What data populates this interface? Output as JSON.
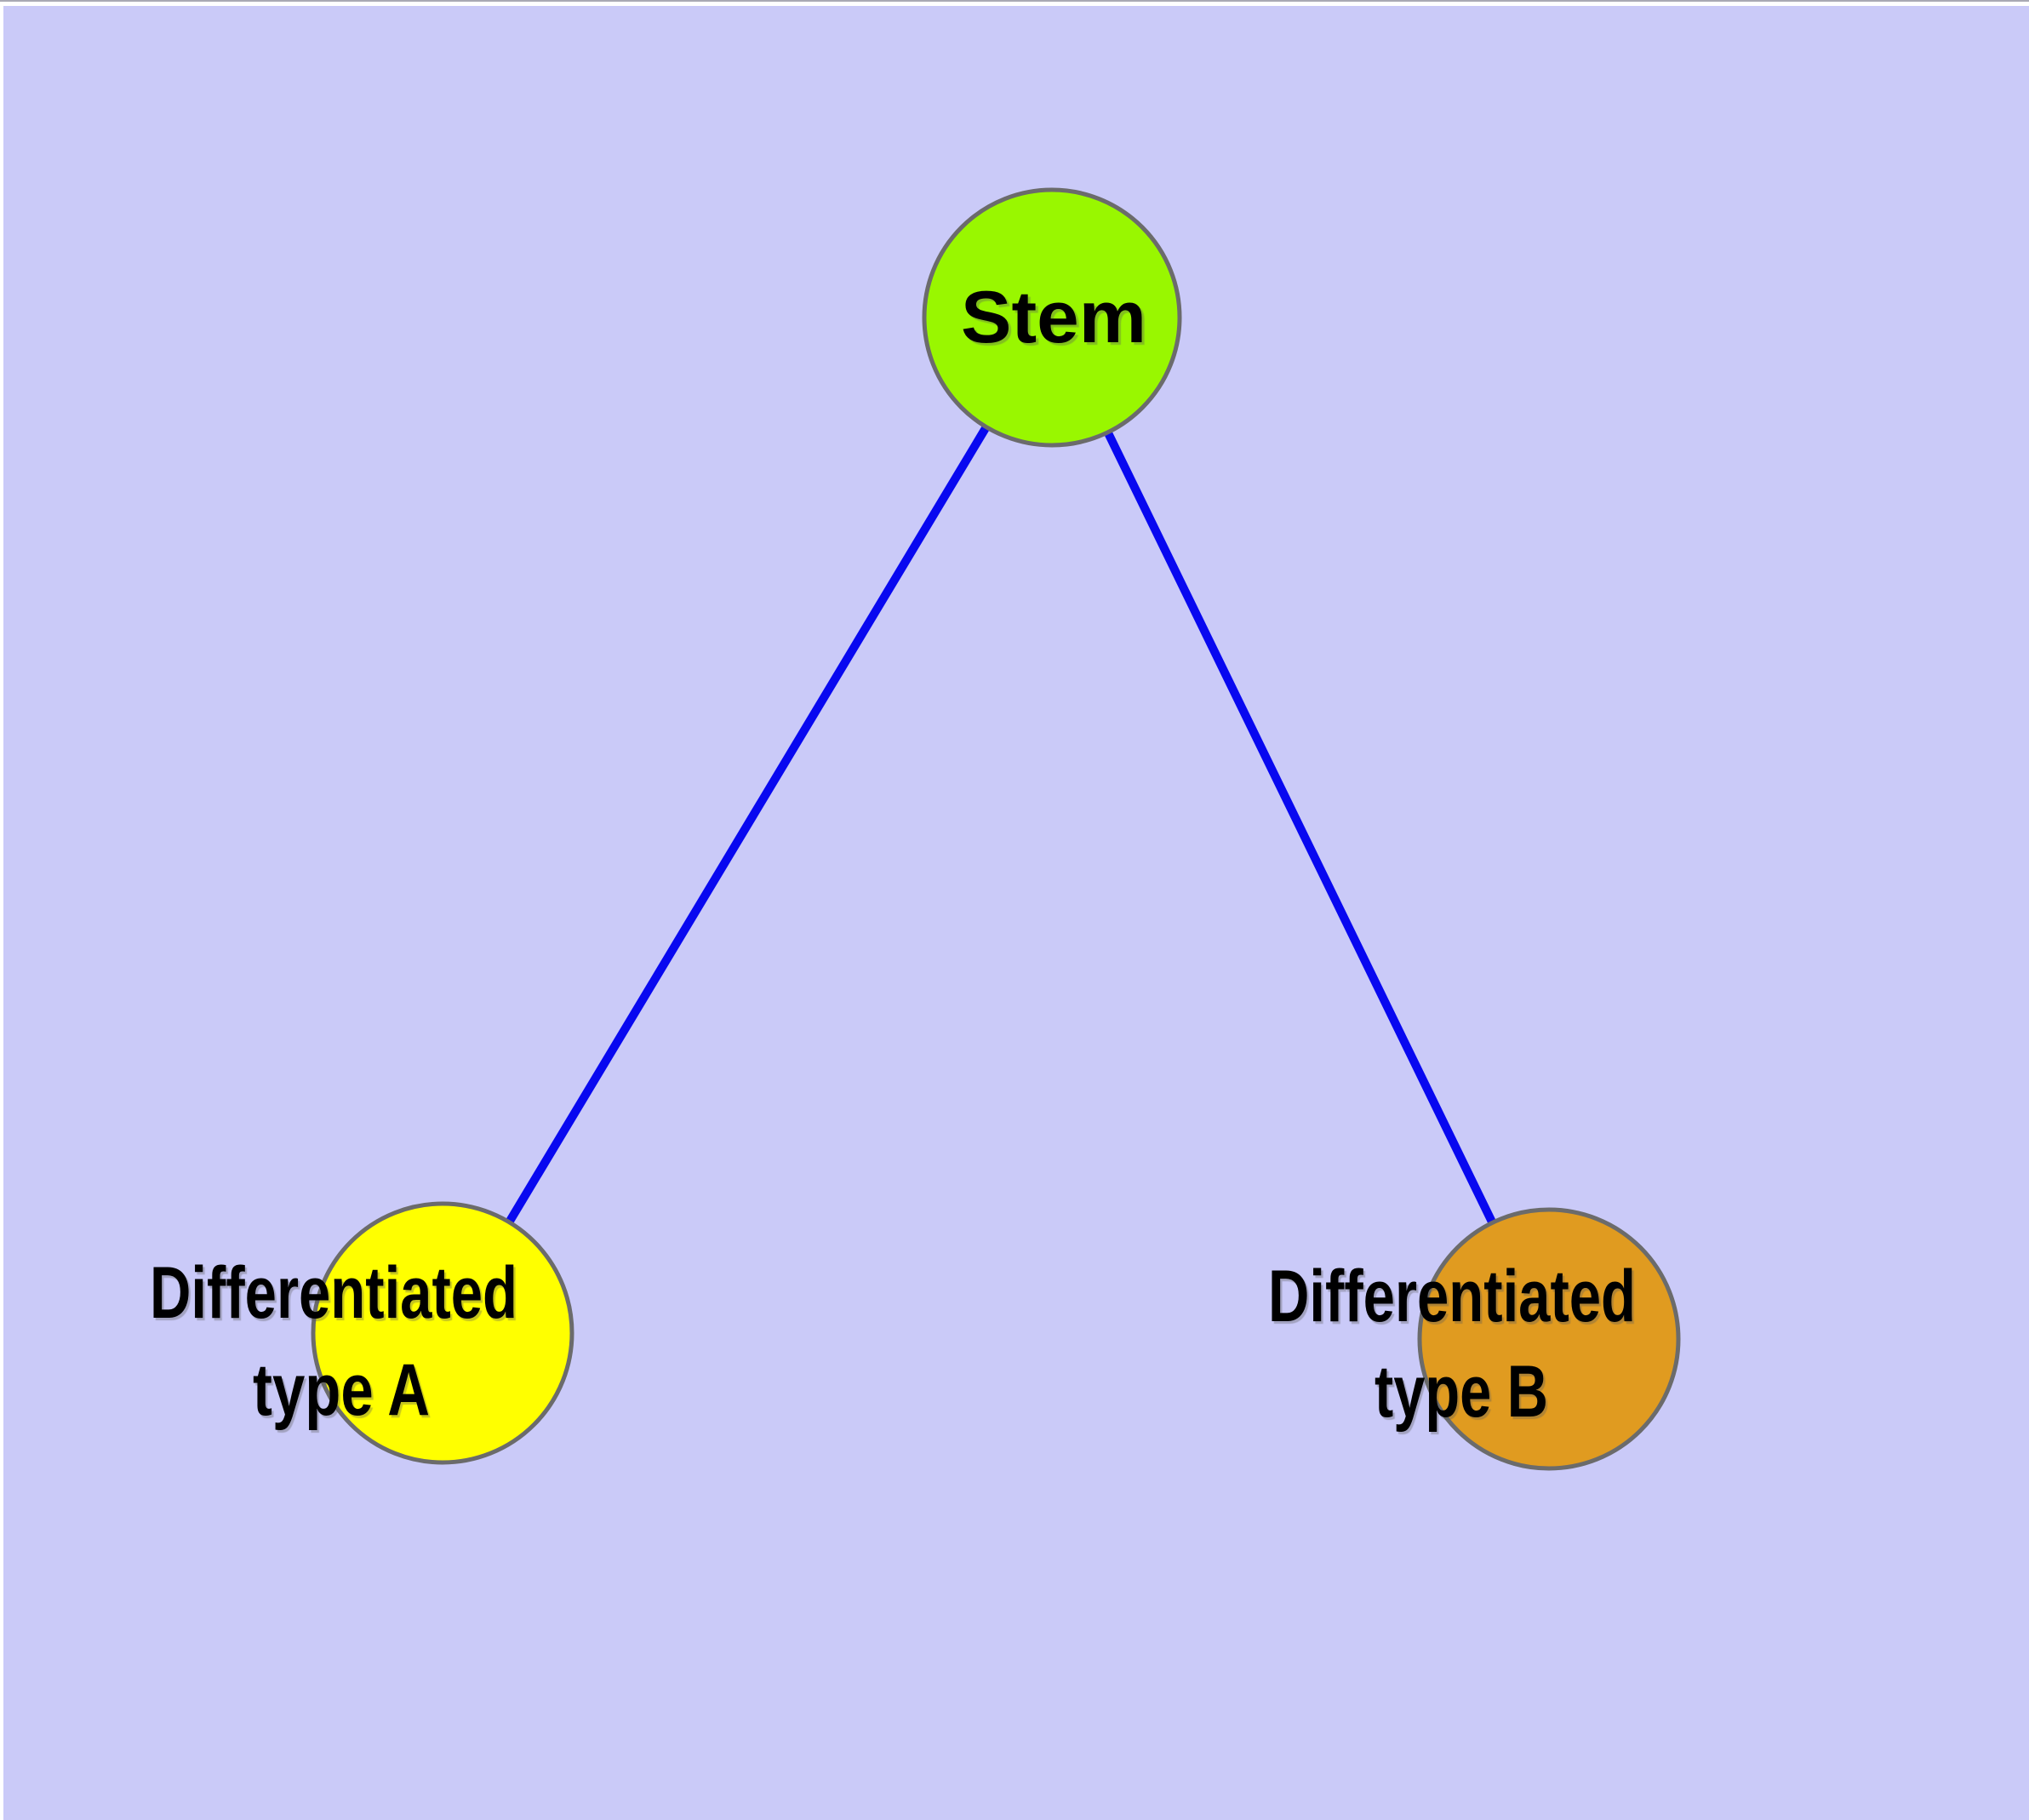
{
  "diagram": {
    "background_color": "#CACAF8",
    "page_color": "#FFFFFF",
    "top_border_color": "#A9A9B4",
    "edge_color": "#0808F0",
    "node_border_color": "#6B6B6B",
    "text_color": "#000000",
    "nodes": [
      {
        "id": "stem",
        "label": "Stem",
        "fill": "#99F700"
      },
      {
        "id": "differentiated-type-a",
        "label_line1": "Differentiated",
        "label_line2": "type A",
        "fill": "#FFFF00"
      },
      {
        "id": "differentiated-type-b",
        "label_line1": "Differentiated",
        "label_line2": "type B",
        "fill": "#E09B20"
      }
    ],
    "edges": [
      {
        "from": "Stem",
        "to": "Differentiated type A"
      },
      {
        "from": "Stem",
        "to": "Differentiated type B"
      }
    ]
  }
}
